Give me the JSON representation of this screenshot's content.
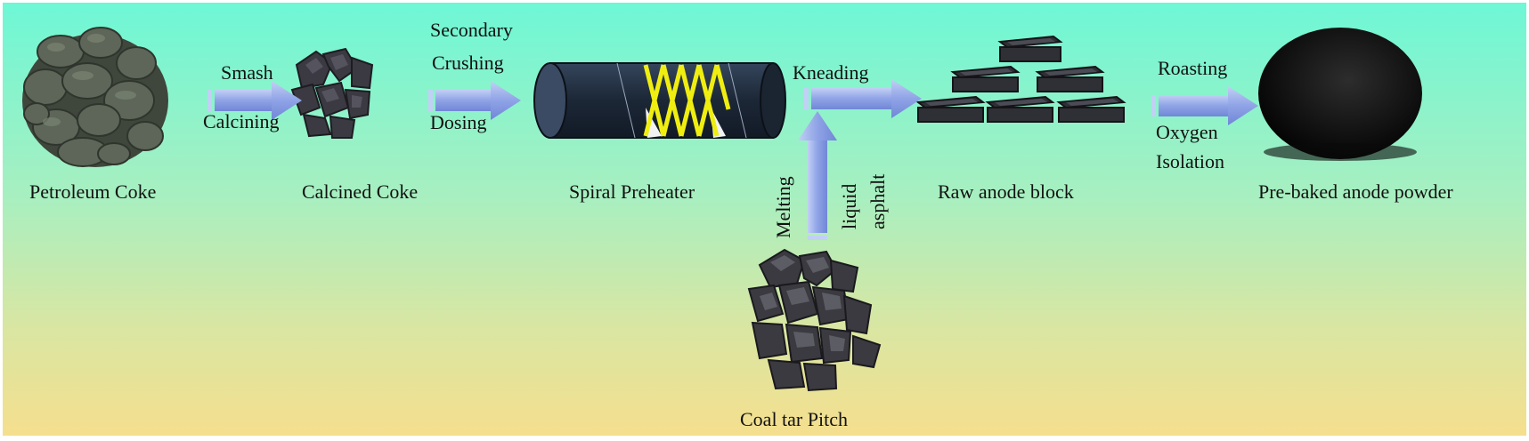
{
  "nodes": {
    "petroleum_coke": "Petroleum  Coke",
    "calcined_coke": "Calcined  Coke",
    "spiral_preheater": "Spiral  Preheater",
    "raw_anode_block": "Raw anode block",
    "prebaked_powder": "Pre-baked anode powder",
    "coal_tar_pitch": "Coal tar Pitch"
  },
  "steps": {
    "smash": "Smash",
    "calcining": "Calcining",
    "secondary": "Secondary",
    "crushing": "Crushing",
    "dosing": "Dosing",
    "kneading": "Kneading",
    "melting": "Melting",
    "liquid": "liquid",
    "asphalt": "asphalt",
    "roasting": "Roasting",
    "oxygen": "Oxygen",
    "isolation": "Isolation"
  },
  "colors": {
    "arrow": "#8fa3e6",
    "coke": "#505a4c",
    "dark": "#2a2d33",
    "pipe": "#1f2a3a",
    "spiral": "#f0ee10"
  }
}
